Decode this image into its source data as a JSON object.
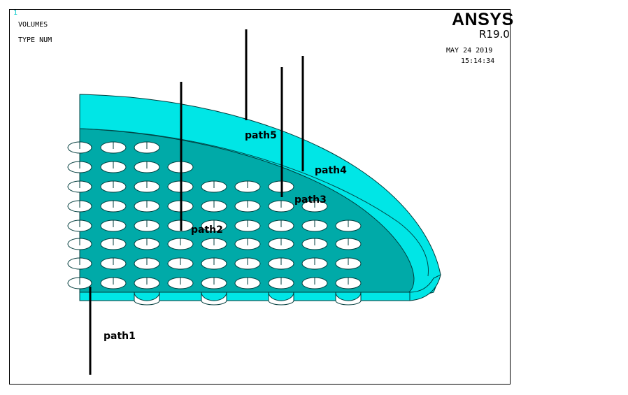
{
  "window_number": "1",
  "header": {
    "entity_label": "VOLUMES",
    "numbering_label": "TYPE NUM",
    "product": "ANSYS",
    "release": "R19.0",
    "date": "MAY 24 2019",
    "time": "15:14:34"
  },
  "colors": {
    "model_face": "#00e6e6",
    "model_shade": "#00aaa8",
    "model_dark": "#008f8c",
    "hole_fill": "#ffffff",
    "window_number": "#00c8c8"
  },
  "paths": [
    {
      "name": "path1"
    },
    {
      "name": "path2"
    },
    {
      "name": "path3"
    },
    {
      "name": "path4"
    },
    {
      "name": "path5"
    }
  ]
}
